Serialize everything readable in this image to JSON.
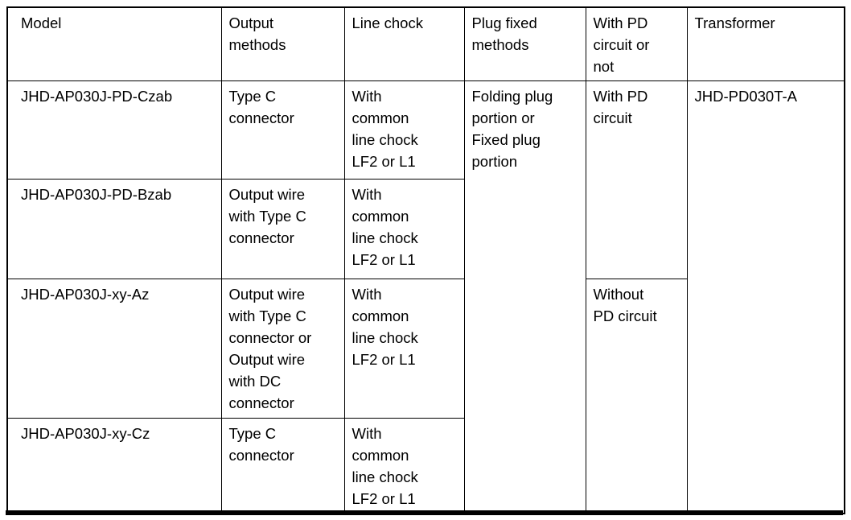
{
  "page": {
    "background_color": "#ffffff",
    "line_color": "#000000"
  },
  "table": {
    "headers": {
      "model": "Model",
      "output_methods": "Output\nmethods",
      "line_chock": "Line chock",
      "plug_fixed_methods": "Plug fixed\nmethods",
      "pd_circuit": "With PD\ncircuit or\nnot",
      "transformer": "Transformer"
    },
    "rows": [
      {
        "model": "JHD-AP030J-PD-Czab",
        "output_method": "Type C\nconnector",
        "line_chock": "With\ncommon\nline chock\nLF2 or L1"
      },
      {
        "model": "JHD-AP030J-PD-Bzab",
        "output_method": "Output wire\nwith Type C\nconnector",
        "line_chock": "With\ncommon\nline chock\nLF2 or L1"
      },
      {
        "model": "JHD-AP030J-xy-Az",
        "output_method": "Output wire\nwith Type C\nconnector or\nOutput wire\nwith DC\nconnector",
        "line_chock": "With\ncommon\nline chock\nLF2 or L1"
      },
      {
        "model": "JHD-AP030J-xy-Cz",
        "output_method": "Type C\nconnector",
        "line_chock": "With\ncommon\nline chock\nLF2 or L1"
      }
    ],
    "plug_fixed_method_all": "Folding plug\nportion or\nFixed plug\nportion",
    "pd_groups": {
      "with_pd": "With PD\ncircuit",
      "without_pd": "Without\nPD circuit"
    },
    "transformer_model": "JHD-PD030T-A"
  }
}
